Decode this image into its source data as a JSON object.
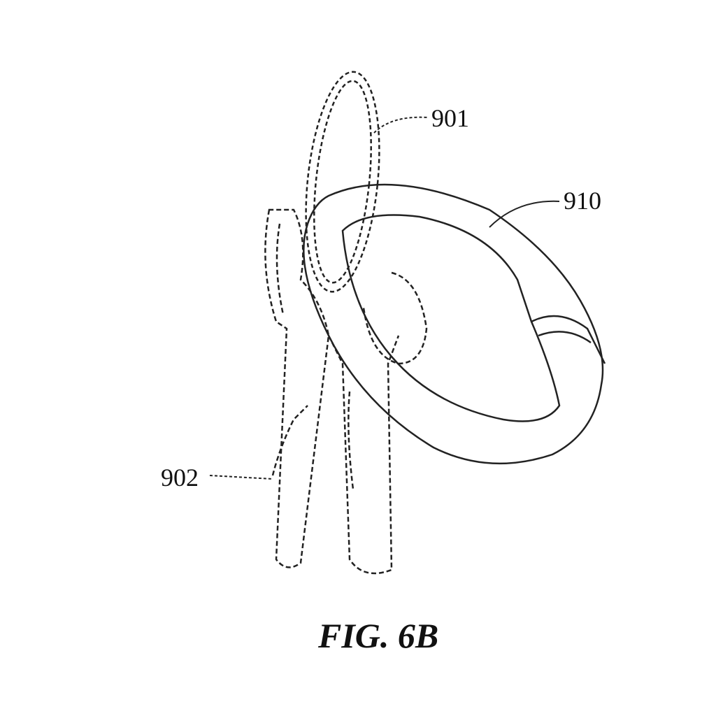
{
  "labels": {
    "ring_loop": "901",
    "carabiner": "910",
    "keys": "902"
  },
  "figure_caption": "FIG. 6B"
}
